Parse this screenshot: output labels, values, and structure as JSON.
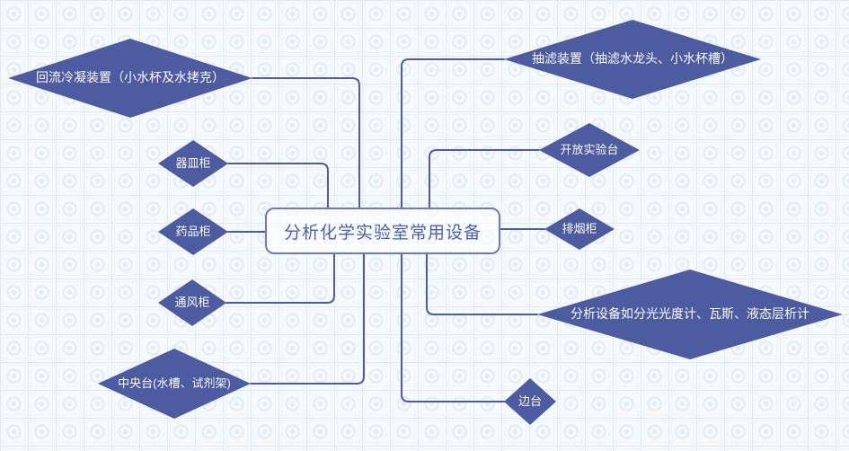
{
  "diagram": {
    "type": "mindmap",
    "root": {
      "label": "分析化学实验室常用设备",
      "shape": "rounded-rect"
    },
    "left_branches": [
      {
        "id": "reflux-condenser",
        "label": "回流冷凝装置（小水杯及水拷克）",
        "shape": "diamond"
      },
      {
        "id": "utensil-cabinet",
        "label": "器皿柜",
        "shape": "diamond"
      },
      {
        "id": "medicine-cabinet",
        "label": "药品柜",
        "shape": "diamond"
      },
      {
        "id": "fume-hood",
        "label": "通风柜",
        "shape": "diamond"
      },
      {
        "id": "central-bench",
        "label": "中央台(水槽、试剂架)",
        "shape": "diamond"
      }
    ],
    "right_branches": [
      {
        "id": "suction-filter",
        "label": "抽滤装置（抽滤水龙头、小水杯槽）",
        "shape": "diamond"
      },
      {
        "id": "open-bench",
        "label": "开放实验台",
        "shape": "diamond"
      },
      {
        "id": "exhaust-cabinet",
        "label": "排烟柜",
        "shape": "diamond"
      },
      {
        "id": "analysis-instruments",
        "label": "分析设备如分光光度计、瓦斯、液态层析计",
        "shape": "diamond"
      },
      {
        "id": "side-bench",
        "label": "边台",
        "shape": "diamond"
      }
    ],
    "colors": {
      "node_fill": "#4d5ca1",
      "node_text": "#ffffff",
      "root_border": "#6c7ab8",
      "root_text": "#4a5fae",
      "connector": "#4c5ba4",
      "background": "#f7fafc",
      "pattern_line": "#dde8ef"
    }
  }
}
